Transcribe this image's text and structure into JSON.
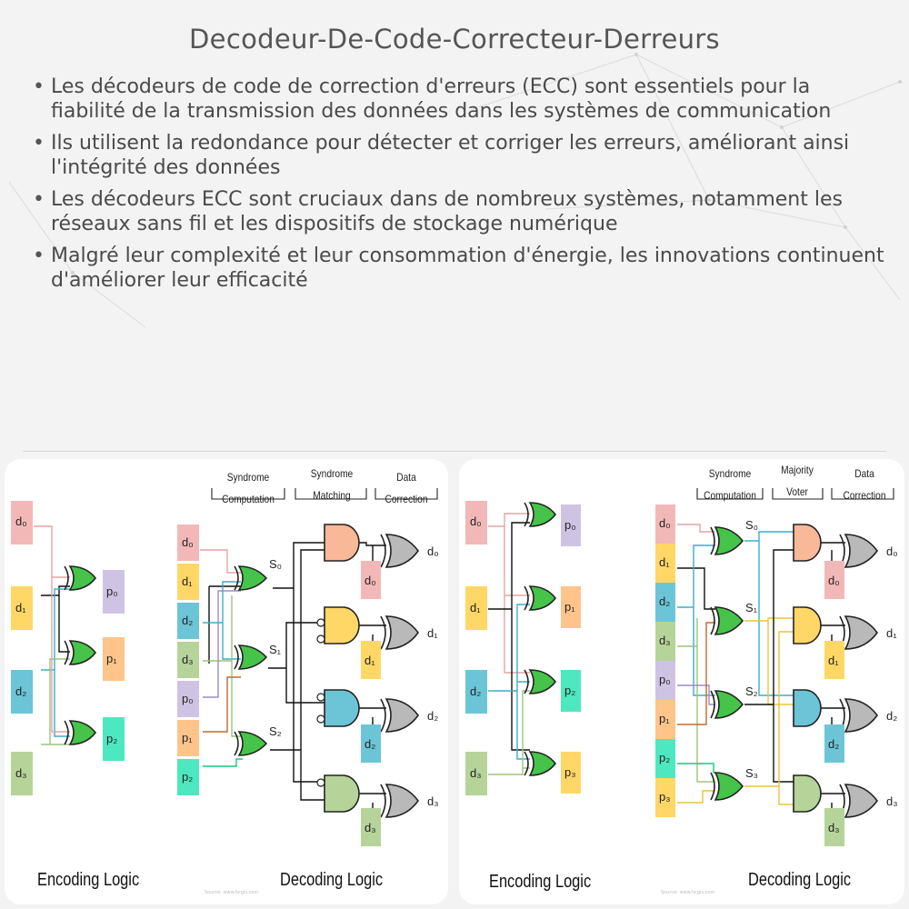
{
  "title": "Decodeur-De-Code-Correcteur-Derreurs",
  "bullets": [
    "Les décodeurs de code de correction d'erreurs (ECC) sont essentiels pour la fiabilité de la transmission des données dans les systèmes de communication",
    "Ils utilisent la redondance pour détecter et corriger les erreurs, améliorant ainsi l'intégrité des données",
    "Les décodeurs ECC sont cruciaux dans de nombreux systèmes, notamment les réseaux sans fil et les dispositifs de stockage numérique",
    "Malgré leur complexité et leur consommation d'énergie, les innovations continuent d'améliorer leur efficacité"
  ],
  "diagram1": {
    "encoding_caption": "Encoding Logic",
    "decoding_caption": "Decoding Logic",
    "stage_syndrome": "Syndrome Computation",
    "stage_matching": "Syndrome Matching",
    "stage_correction": "Data Correction",
    "credit": "Source: www.hcgis.com"
  },
  "diagram2": {
    "encoding_caption": "Encoding Logic",
    "decoding_caption": "Decoding Logic",
    "stage_syndrome": "Syndrome Computation",
    "stage_voter": "Majority Voter",
    "stage_correction": "Data Correction",
    "credit": "Source: www.hcgis.com"
  },
  "colors": {
    "d0": "#f2b8b8",
    "d1": "#ffd766",
    "d2": "#6cc5d6",
    "d3": "#b6d49a",
    "p0": "#cfc3e4",
    "p1": "#ffc48a",
    "p2": "#4ee8c0",
    "p3": "#ffd766",
    "xor_gate": "#46c44a",
    "and_gate_1": "#f9b897",
    "and_gate_2": "#ffd766",
    "and_gate_3": "#6cc5d6",
    "and_gate_4": "#b6d49a",
    "out_gate": "#b9b9b9"
  }
}
